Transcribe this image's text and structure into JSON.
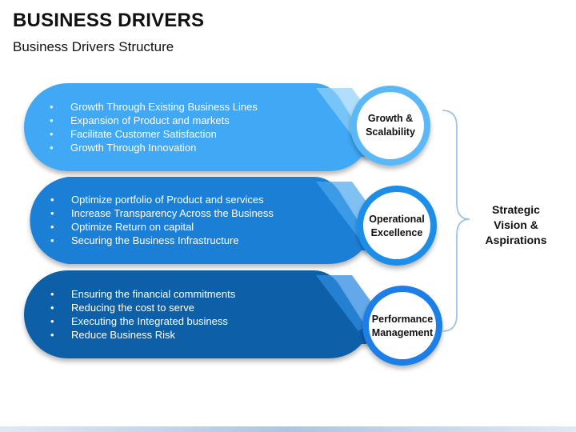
{
  "title": "BUSINESS DRIVERS",
  "subtitle": "Business Drivers Structure",
  "drivers": [
    {
      "label": "Growth & Scalability",
      "label_lines": [
        "Growth &",
        "Scalability"
      ],
      "color": "#3fa8f5",
      "bullets": [
        "Growth Through Existing Business Lines",
        "Expansion of Product and markets",
        "Facilitate Customer Satisfaction",
        "Growth Through Innovation"
      ]
    },
    {
      "label": "Operational Excellence",
      "label_lines": [
        "Operational",
        "Excellence"
      ],
      "color": "#1f7fd6",
      "bullets": [
        "Optimize portfolio of Product and services",
        "Increase Transparency Across the Business",
        "Optimize Return on capital",
        "Securing the Business Infrastructure"
      ]
    },
    {
      "label": "Performance Management",
      "label_lines": [
        "Performance",
        "Management"
      ],
      "color": "#0c5ea8",
      "bullets": [
        "Ensuring the financial commitments",
        "Reducing the cost to serve",
        "Executing the Integrated business",
        "Reduce Business Risk"
      ]
    }
  ],
  "outcome": {
    "label": "Strategic Vision & Aspirations",
    "lines": [
      "Strategic",
      "Vision &",
      "Aspirations"
    ]
  },
  "colors": {
    "circle_ring_1": "#5ab8f7",
    "circle_ring_2": "#1f8ee8",
    "circle_ring_3": "#1a7ee6",
    "brace": "#9ec3e8"
  }
}
